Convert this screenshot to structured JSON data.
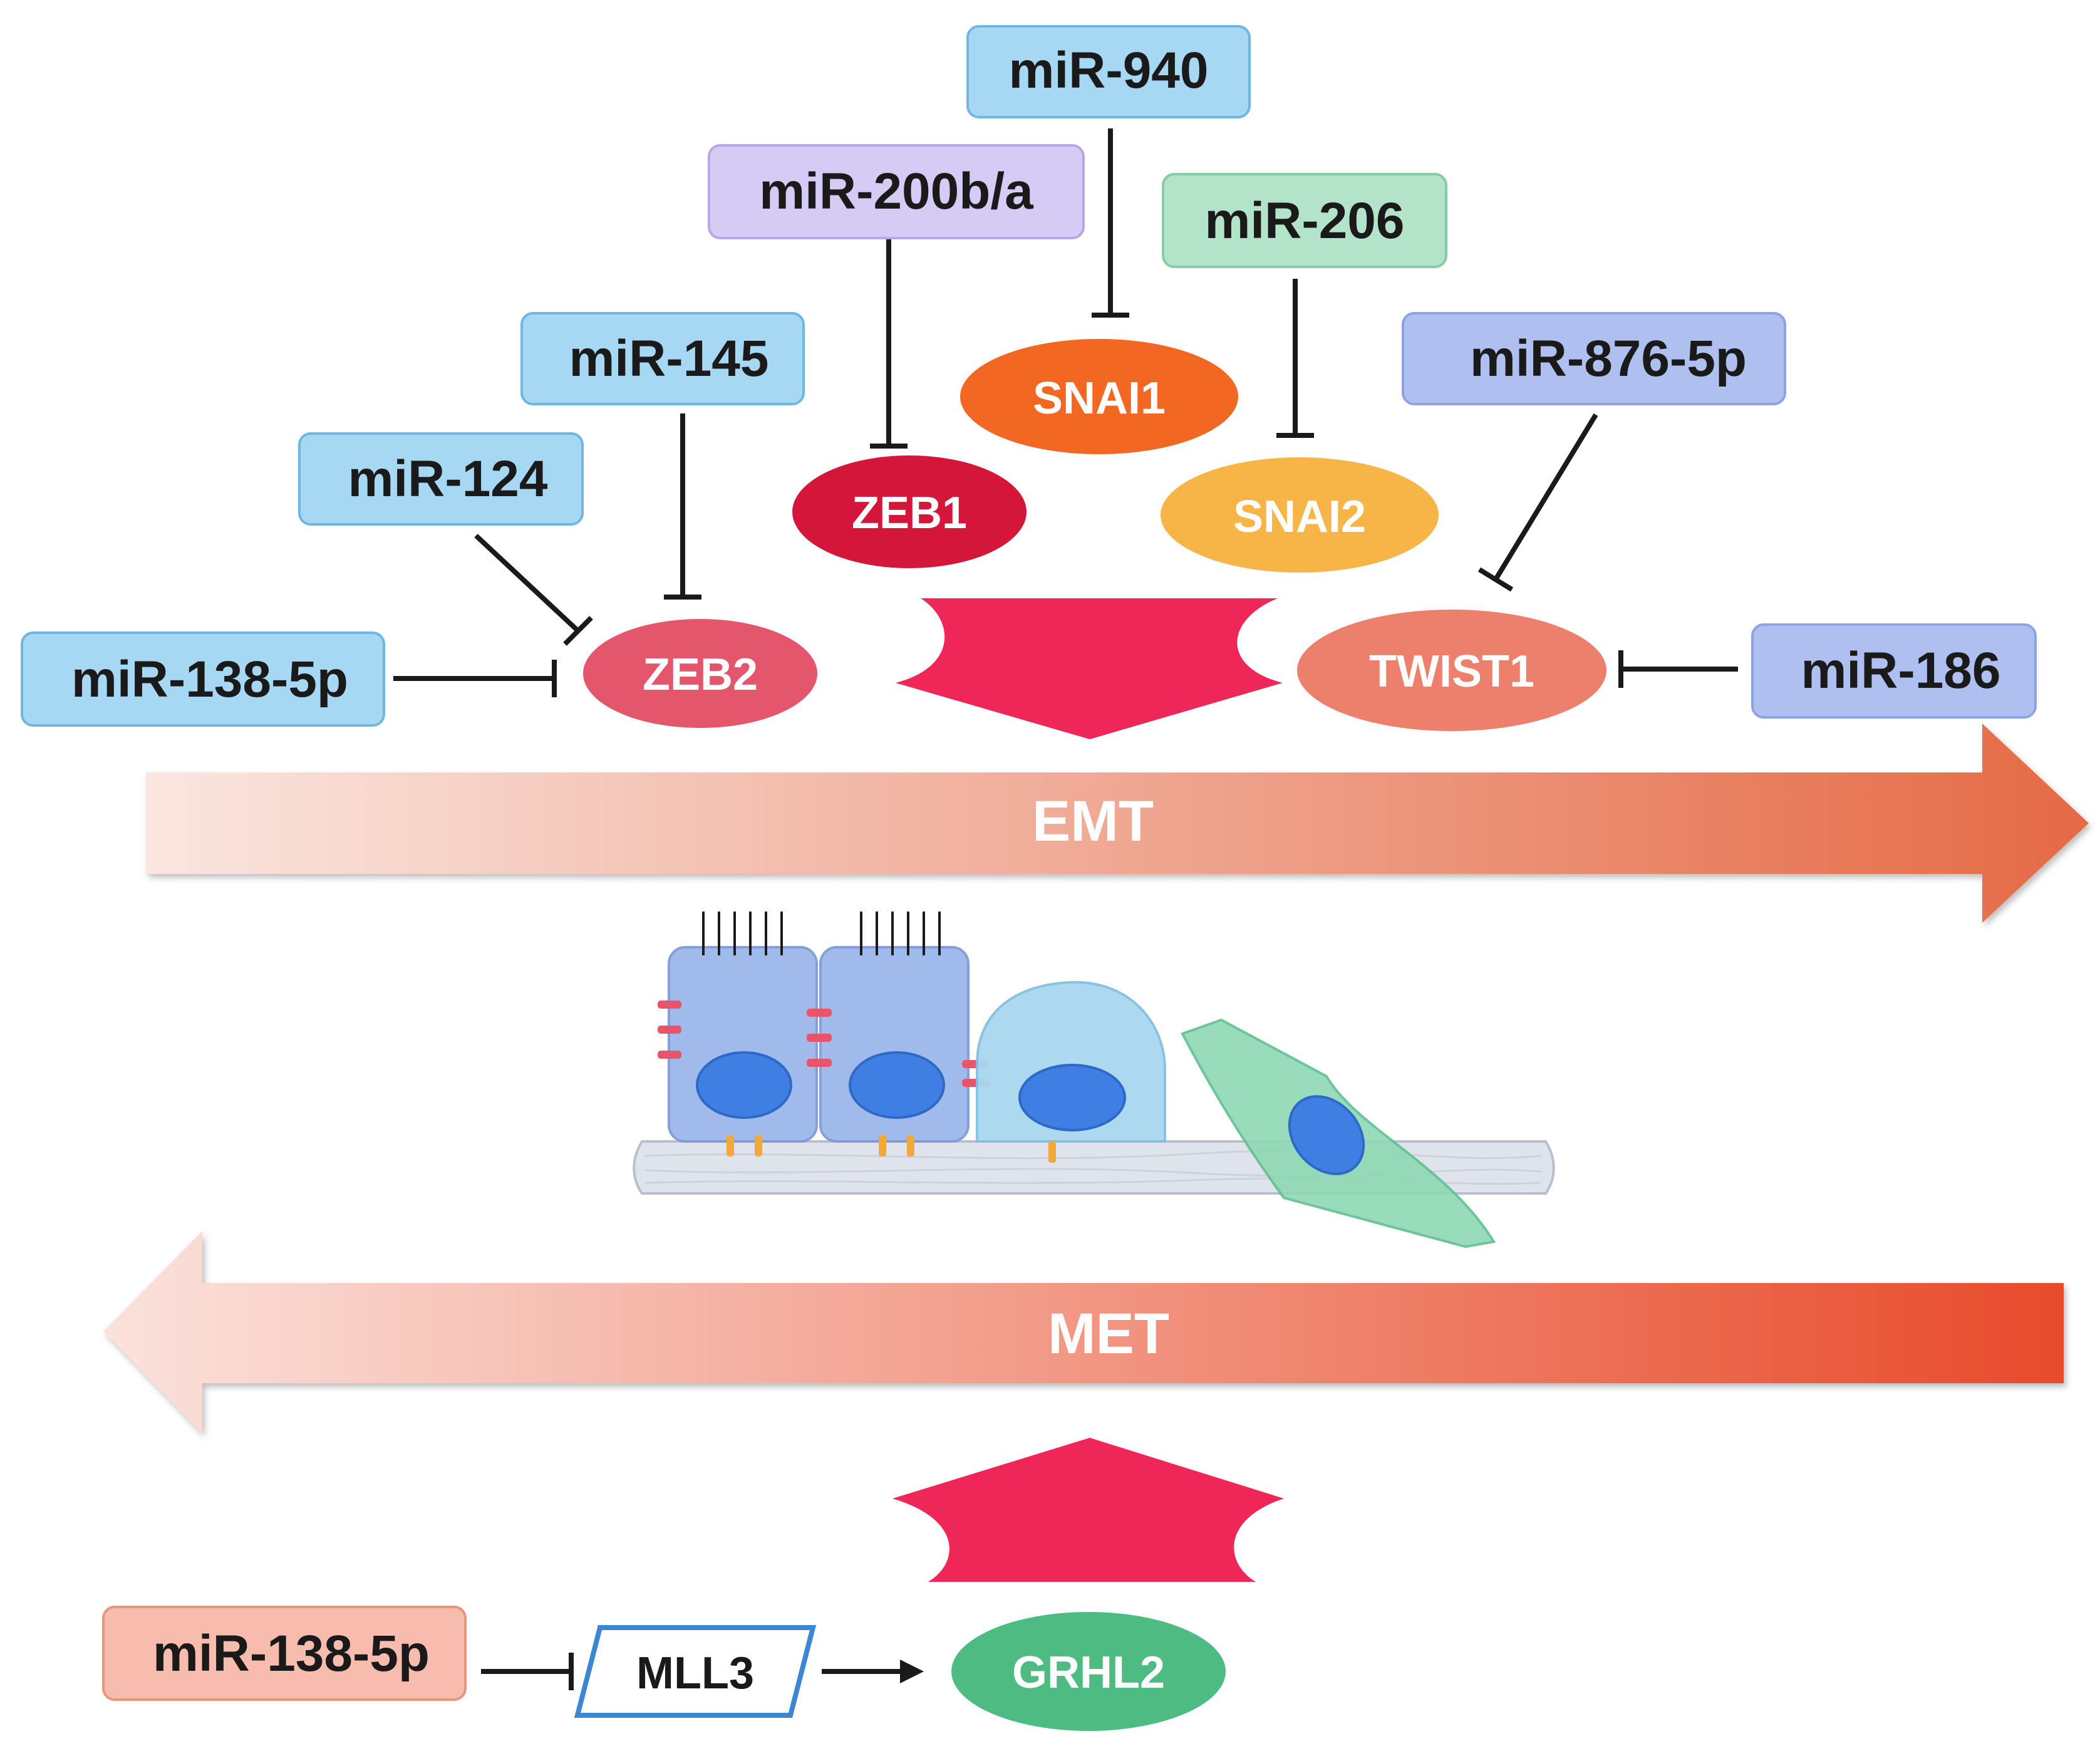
{
  "colors": {
    "mir_blue": "#a7d8f3",
    "mir_blue_border": "#6fb6e0",
    "mir_purple": "#d5cbf5",
    "mir_green": "#b3e3c8",
    "mir_indigo": "#aebff0",
    "mir_salmon": "#f7bcae",
    "zeb2": "#e4566b",
    "zeb1": "#d3163a",
    "snai1": "#f26722",
    "snai2": "#f7b548",
    "twist1": "#ec806c",
    "grhl2": "#4dbb82",
    "emt_arrow_start": "#fae6e0",
    "emt_arrow_end": "#e56a46",
    "met_arrow_start": "#fbe2dc",
    "met_arrow_end": "#e84b2b",
    "converge_arrow": "#ee2758",
    "mll3_border": "#3d86d4",
    "inhibition_line": "#1a1a1a"
  },
  "mirnas": {
    "mir940": "miR-940",
    "mir200": "miR-200b/a",
    "mir206": "miR-206",
    "mir145": "miR-145",
    "mir876": "miR-876-5p",
    "mir124": "miR-124",
    "mir138_top": "miR-138-5p",
    "mir186": "miR-186",
    "mir138_bottom": "miR-138-5p"
  },
  "factors": {
    "snai1": "SNAI1",
    "zeb1": "ZEB1",
    "snai2": "SNAI2",
    "zeb2": "ZEB2",
    "twist1": "TWIST1",
    "mll3": "MLL3",
    "grhl2": "GRHL2"
  },
  "processes": {
    "emt": "EMT",
    "met": "MET"
  },
  "icons": {
    "cells": "epithelial-to-mesenchymal-cells-icon"
  }
}
